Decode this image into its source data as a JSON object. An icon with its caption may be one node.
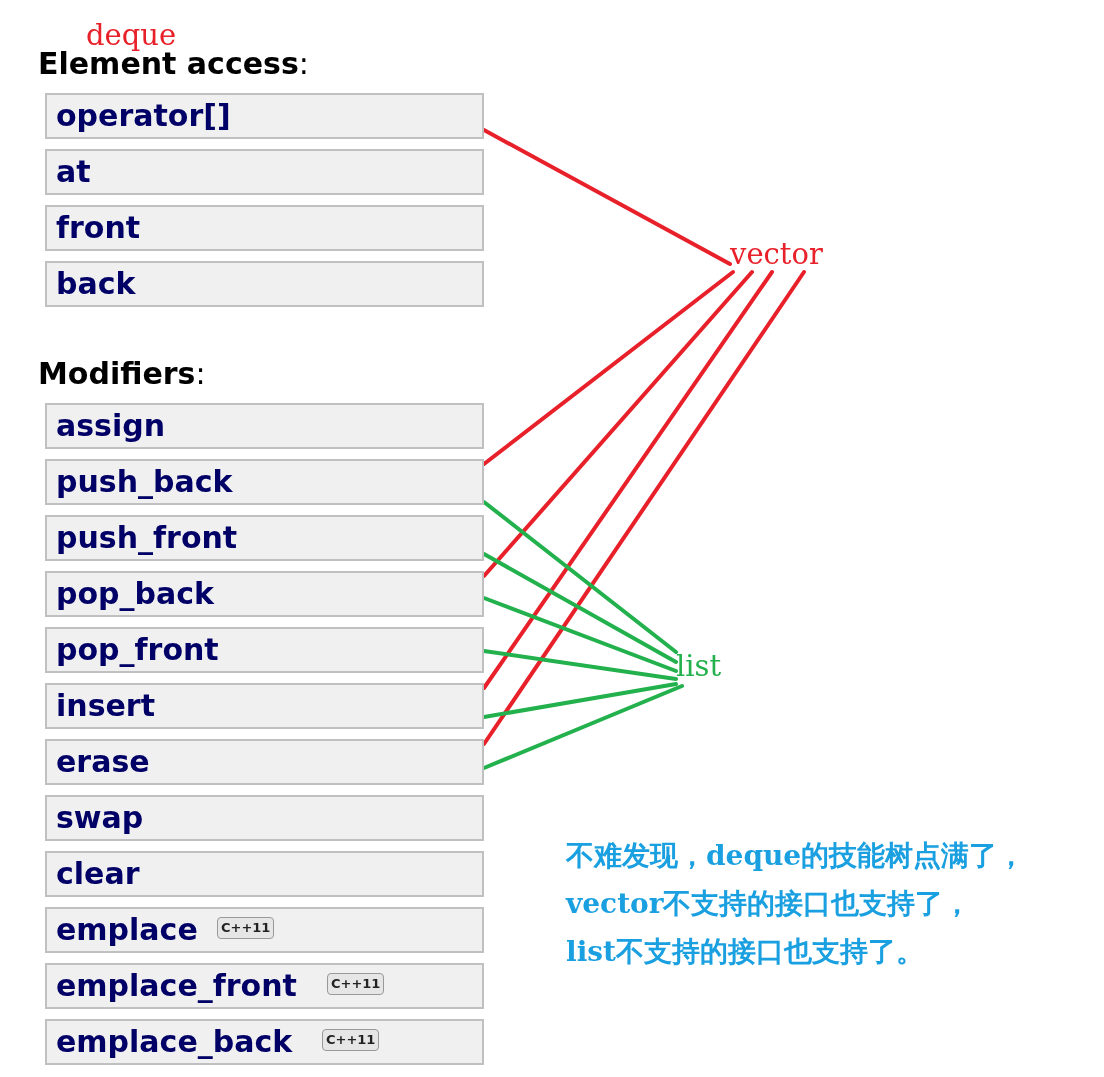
{
  "diagram": {
    "nodes": [
      {
        "text": [
          "operator[]"
        ]
      },
      {
        "text": [
          "at"
        ]
      },
      {
        "text": [
          "front"
        ]
      },
      {
        "text": [
          "back"
        ]
      },
      {
        "text": [
          "vector"
        ]
      },
      {
        "text": [
          "assign"
        ]
      },
      {
        "text": [
          "push_back"
        ]
      },
      {
        "text": [
          "push_front"
        ]
      },
      {
        "text": [
          "pop_back"
        ]
      },
      {
        "text": [
          "pop_front"
        ]
      },
      {
        "text": [
          "insert"
        ]
      },
      {
        "text": [
          "erase"
        ]
      },
      {
        "text": [
          "swap"
        ]
      },
      {
        "text": [
          "clear"
        ]
      },
      {
        "text": [
          "emplace",
          "C++11"
        ]
      },
      {
        "text": [
          "emplace_front",
          "C++11"
        ]
      },
      {
        "text": [
          "emplace_back",
          "C++11"
        ]
      },
      {
        "text": [
          "list"
        ]
      }
    ],
    "edges": [
      {
        "from": 4,
        "to": 0,
        "arrow": "none",
        "color": "#e8202a"
      },
      {
        "from": 4,
        "to": 6,
        "arrow": "none",
        "color": "#e8202a"
      },
      {
        "from": 4,
        "to": 8,
        "arrow": "none",
        "color": "#e8202a"
      },
      {
        "from": 4,
        "to": 10,
        "arrow": "none",
        "color": "#e8202a"
      },
      {
        "from": 4,
        "to": 11,
        "arrow": "none",
        "color": "#e8202a"
      },
      {
        "from": 17,
        "to": 6,
        "arrow": "none",
        "color": "#22b14c"
      },
      {
        "from": 17,
        "to": 7,
        "arrow": "none",
        "color": "#22b14c"
      },
      {
        "from": 17,
        "to": 8,
        "arrow": "none",
        "color": "#22b14c"
      },
      {
        "from": 17,
        "to": 9,
        "arrow": "none",
        "color": "#22b14c"
      },
      {
        "from": 17,
        "to": 10,
        "arrow": "none",
        "color": "#22b14c"
      },
      {
        "from": 17,
        "to": 11,
        "arrow": "none",
        "color": "#22b14c"
      }
    ],
    "labels": [
      "deque",
      "**Element access**:",
      "**Modifiers**:",
      "不难发现，deque的技能树点满了，vector不支持的接口也支持了，list不支持的接口也支持了。"
    ]
  }
}
